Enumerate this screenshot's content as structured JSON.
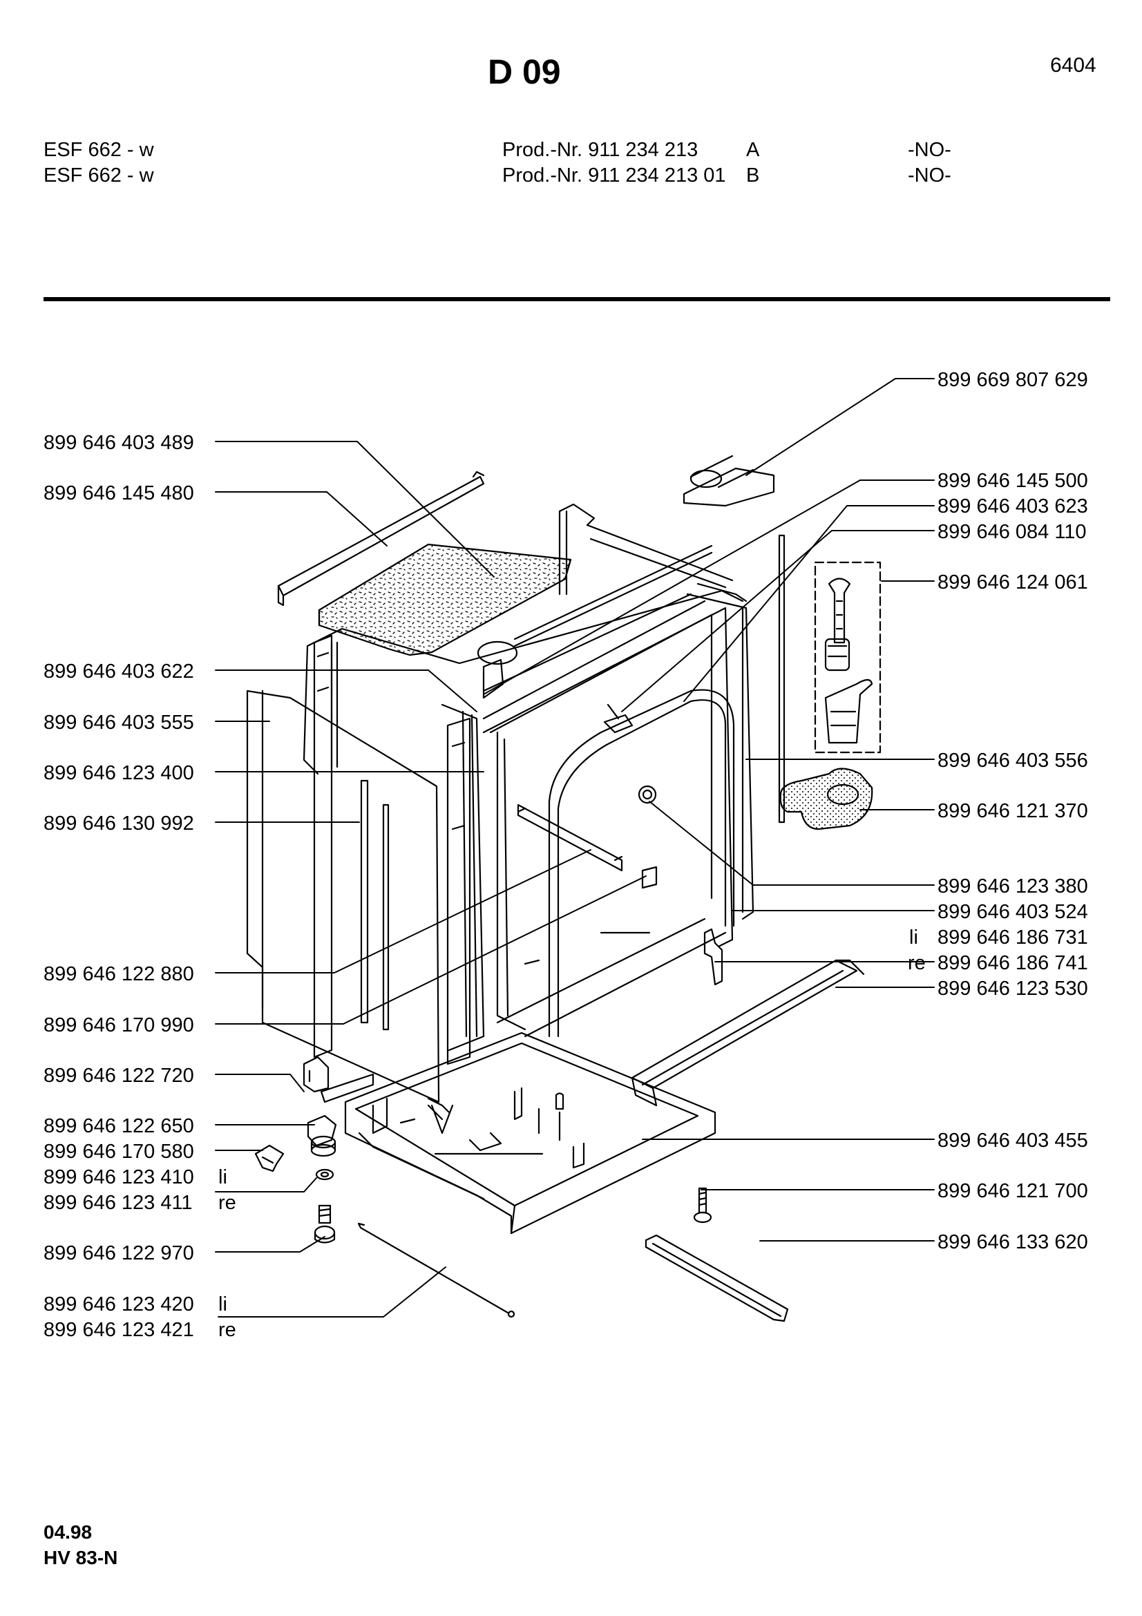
{
  "header": {
    "title": "D 09",
    "page_number": "6404",
    "models": [
      {
        "model": "ESF 662 - w",
        "prod": "Prod.-Nr. 911 234 213",
        "variant": "A",
        "country": "-NO-"
      },
      {
        "model": "ESF 662 - w",
        "prod": "Prod.-Nr. 911 234 213 01",
        "variant": "B",
        "country": "-NO-"
      }
    ]
  },
  "parts_left": [
    {
      "number": "899 646 403 489",
      "suffix": ""
    },
    {
      "number": "899 646 145 480",
      "suffix": ""
    },
    {
      "number": "899 646 403 622",
      "suffix": ""
    },
    {
      "number": "899 646 403 555",
      "suffix": ""
    },
    {
      "number": "899 646 123 400",
      "suffix": ""
    },
    {
      "number": "899 646 130 992",
      "suffix": ""
    },
    {
      "number": "899 646 122 880",
      "suffix": ""
    },
    {
      "number": "899 646 170 990",
      "suffix": ""
    },
    {
      "number": "899 646 122 720",
      "suffix": ""
    },
    {
      "number": "899 646 122 650",
      "suffix": ""
    },
    {
      "number": "899 646 170 580",
      "suffix": ""
    },
    {
      "number": "899 646 123 410",
      "suffix": "li"
    },
    {
      "number": "899 646 123 411",
      "suffix": "re"
    },
    {
      "number": "899 646 122 970",
      "suffix": ""
    },
    {
      "number": "899 646 123 420",
      "suffix": "li"
    },
    {
      "number": "899 646 123 421",
      "suffix": "re"
    }
  ],
  "parts_right": [
    {
      "number": "899 669 807 629",
      "prefix": ""
    },
    {
      "number": "899 646 145 500",
      "prefix": ""
    },
    {
      "number": "899 646 403 623",
      "prefix": ""
    },
    {
      "number": "899 646 084 110",
      "prefix": ""
    },
    {
      "number": "899 646 124 061",
      "prefix": ""
    },
    {
      "number": "899 646 403 556",
      "prefix": ""
    },
    {
      "number": "899 646 121 370",
      "prefix": ""
    },
    {
      "number": "899 646 123 380",
      "prefix": ""
    },
    {
      "number": "899 646 403 524",
      "prefix": ""
    },
    {
      "number": "899 646 186 731",
      "prefix": "li"
    },
    {
      "number": "899 646 186 741",
      "prefix": "re"
    },
    {
      "number": "899 646 123 530",
      "prefix": ""
    },
    {
      "number": "899 646 403 455",
      "prefix": ""
    },
    {
      "number": "899 646 121 700",
      "prefix": ""
    },
    {
      "number": "899 646 133 620",
      "prefix": ""
    }
  ],
  "footer": {
    "date": "04.98",
    "code": "HV 83-N"
  }
}
